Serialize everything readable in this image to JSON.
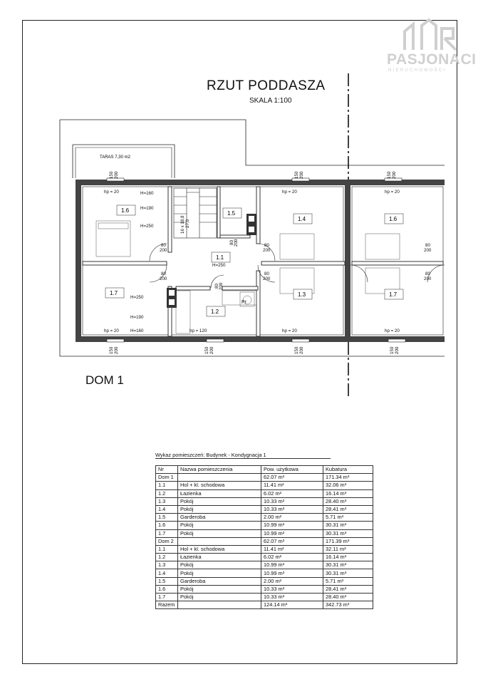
{
  "logo": {
    "brand": "PASJONACI",
    "subtitle": "NIERUCHOMOŚCI"
  },
  "drawing": {
    "title": "RZUT PODDASZA",
    "scale": "SKALA 1:100",
    "dom_label": "DOM 1",
    "terrace": "TARAS 7,30 m2",
    "room_ids": [
      "1.6",
      "1.5",
      "1.4",
      "1.6",
      "1.1",
      "1.7",
      "1.2",
      "1.3",
      "1.7"
    ],
    "annotations": {
      "hp20": "hp = 20",
      "hp120": "hp = 120",
      "h160": "H=160",
      "h190": "H=190",
      "h250": "H=250",
      "door_width": "80",
      "door_height": "200",
      "window_width": "150",
      "window_height": "200",
      "stair_note": "16 x 18,8",
      "stair_note2": "27,0",
      "pr": "Pr"
    }
  },
  "table": {
    "caption": "Wykaz pomieszczeń: Budynek - Kondygnacja 1",
    "headers": [
      "Nr",
      "Nazwa pomieszczenia",
      "Pow. użytkowa",
      "Kubatura"
    ],
    "rows": [
      [
        "Dom 1",
        "",
        "62.07 m²",
        "171.34 m³"
      ],
      [
        "1.1",
        "Hol + kl. schodowa",
        "11.41 m²",
        "32.06 m³"
      ],
      [
        "1.2",
        "Łazienka",
        "6.02 m²",
        "16.14 m³"
      ],
      [
        "1.3",
        "Pokój",
        "10.33 m²",
        "28.40 m³"
      ],
      [
        "1.4",
        "Pokój",
        "10.33 m²",
        "28.41 m³"
      ],
      [
        "1.5",
        "Garderoba",
        "2.00 m²",
        "5.71 m³"
      ],
      [
        "1.6",
        "Pokój",
        "10.99 m²",
        "30.31 m³"
      ],
      [
        "1.7",
        "Pokój",
        "10.99 m²",
        "30.31 m³"
      ],
      [
        "Dom 2",
        "",
        "62.07 m²",
        "171.39 m³"
      ],
      [
        "1.1",
        "Hol + kl. schodowa",
        "11.41 m²",
        "32.11 m³"
      ],
      [
        "1.2",
        "Łazienka",
        "6.02 m²",
        "16.14 m³"
      ],
      [
        "1.3",
        "Pokój",
        "10.99 m²",
        "30.31 m³"
      ],
      [
        "1.4",
        "Pokój",
        "10.99 m²",
        "30.31 m³"
      ],
      [
        "1.5",
        "Garderoba",
        "2.00 m²",
        "5.71 m³"
      ],
      [
        "1.6",
        "Pokój",
        "10.33 m²",
        "28.41 m³"
      ],
      [
        "1.7",
        "Pokój",
        "10.33 m²",
        "28.40 m³"
      ],
      [
        "Razem",
        "",
        "124.14 m²",
        "342.73 m³"
      ]
    ]
  }
}
